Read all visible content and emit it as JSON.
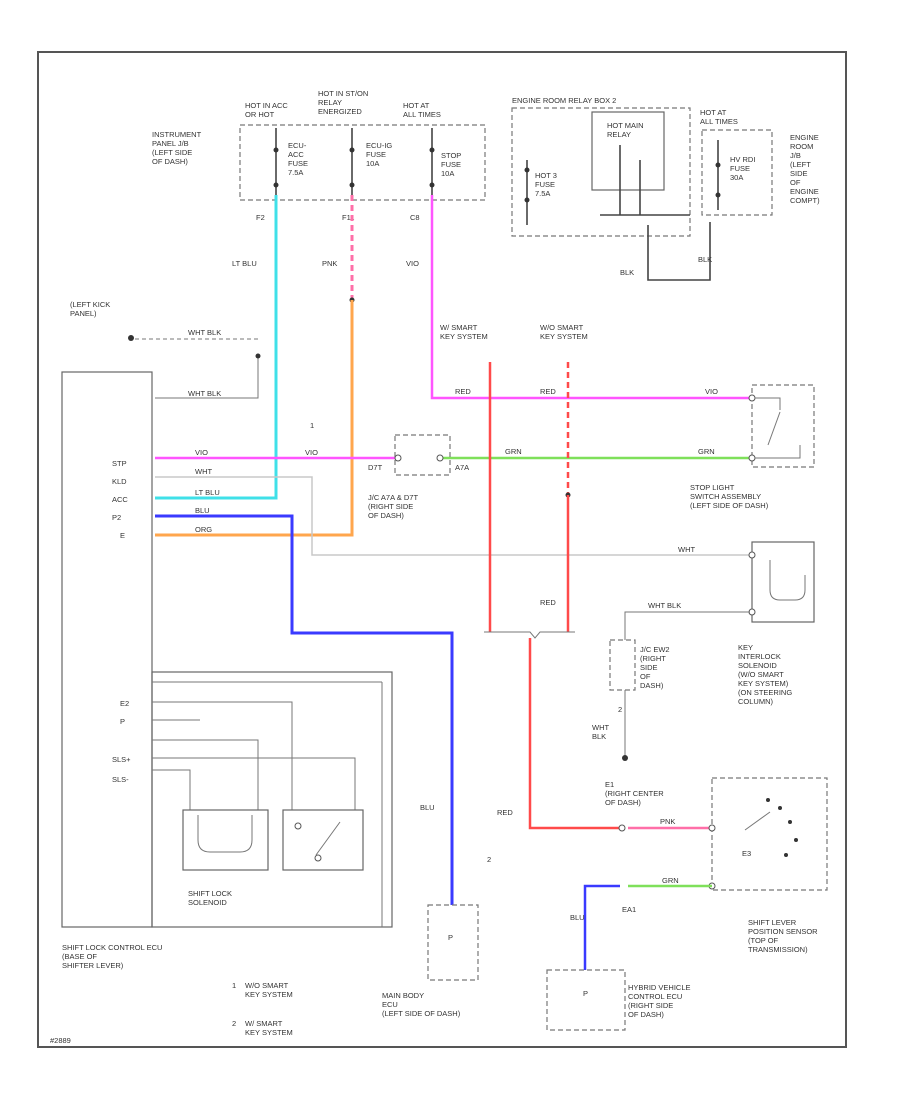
{
  "fuse_blocks": {
    "hot_acc_on": "HOT IN ACC\nOR HOT",
    "hot_relay": "HOT IN ST/ON\nRELAY\nENERGIZED",
    "hot_all_times": "HOT AT\nALL TIMES",
    "instrument_panel_jb": "INSTRUMENT\nPANEL J/B\n(LEFT SIDE\nOF DASH)",
    "fuse_ecu_acc": "ECU-\nACC\nFUSE\n7.5A",
    "fuse_ecu_ig": "ECU-IG\nFUSE\n10A",
    "fuse_stop": "STOP\nFUSE\n10A",
    "engine_room_relay_box": "ENGINE ROOM RELAY BOX 2",
    "hot_main_relay": "HOT MAIN\nRELAY",
    "hot_at_fuse": "HOT 3\nFUSE\n7.5A",
    "hot_at_times_2": "HOT AT\nALL TIMES",
    "hv_rdi_fuse": "HV RDI\nFUSE\n30A",
    "engine_room_jb": "ENGINE\nROOM\nJ/B\n(LEFT\nSIDE\nOF\nENGINE\nCOMPT)"
  },
  "connectors": {
    "f2": "F2",
    "f11": "F11",
    "c8": "C8",
    "lt_blu": "LT BLU",
    "pnk": "PNK",
    "vio": "VIO",
    "blk_1": "BLK",
    "blk_2": "BLK"
  },
  "ground": {
    "left_kick_panel": "(LEFT KICK\nPANEL)",
    "wht_blk_top": "WHT BLK",
    "wht_blk_e": "WHT BLK"
  },
  "smart_key": {
    "w_smart": "W/ SMART\nKEY SYSTEM",
    "wo_smart": "W/O SMART\nKEY SYSTEM"
  },
  "ecu_pins": {
    "stp": "STP",
    "kld": "KLD",
    "acc": "ACC",
    "p2": "P2",
    "e2": "E2",
    "p": "P",
    "slsp": "SLS+",
    "slsm": "SLS-",
    "e": "E"
  },
  "wire_labels": {
    "vio_stp": "VIO",
    "wht_kld": "WHT",
    "lt_blu_acc": "LT BLU",
    "blu_p2": "BLU",
    "org_ig": "ORG",
    "red_1": "RED",
    "red_2": "RED",
    "vio_sw": "VIO",
    "grn_1": "GRN",
    "grn_2": "GRN",
    "wht_solenoid": "WHT",
    "wht_blk_sol": "WHT BLK",
    "red_low": "RED",
    "red_e1": "RED",
    "pnk_e1": "PNK",
    "grn_bottom": "GRN",
    "blu_left": "BLU",
    "blu_bottom": "BLU",
    "wht_blk_low": "WHT\nBLK"
  },
  "components": {
    "jc_dtt": "J/C A7A & D7T\n(RIGHT SIDE\nOF DASH)",
    "stop_light_switch": "STOP LIGHT\nSWITCH ASSEMBLY\n(LEFT SIDE OF DASH)",
    "key_interlock": "KEY\nINTERLOCK\nSOLENOID\n(W/O SMART\nKEY SYSTEM)\n(ON STEERING\nCOLUMN)",
    "jc_ew2": "J/C EW2\n(RIGHT\nSIDE\nOF\nDASH)",
    "e1_right": "E1\n(RIGHT CENTER\nOF DASH)",
    "shift_lever_sensor": "SHIFT LEVER\nPOSITION SENSOR\n(TOP OF\nTRANSMISSION)",
    "ea1": "EA1",
    "shift_lock_solenoid": "SHIFT LOCK\nSOLENOID",
    "shift_lock_ecu": "SHIFT LOCK CONTROL ECU\n(BASE OF\nSHIFTER LEVER)",
    "main_body_ecu": "MAIN BODY\nECU\n(LEFT SIDE OF DASH)",
    "hybrid_ecu": "HYBRID VEHICLE\nCONTROL ECU\n(RIGHT SIDE\nOF DASH)",
    "d7t": "D7T",
    "a7a": "A7A",
    "p_box": "P",
    "p_box2": "P",
    "e_label": "E3"
  },
  "legend": {
    "n1": "1",
    "t1": "W/O SMART\nKEY SYSTEM",
    "n2": "2",
    "t2": "W/ SMART\nKEY SYSTEM"
  },
  "footer": {
    "code": "#2889"
  },
  "colors": {
    "lt_blu": "#3fe0e8",
    "pnk": "#ff6fa8",
    "vio": "#ff55ff",
    "org": "#ffa64d",
    "blu": "#3a3aff",
    "red": "#ff4a4a",
    "grn": "#7fe05a",
    "wht": "#c8c8c8"
  }
}
